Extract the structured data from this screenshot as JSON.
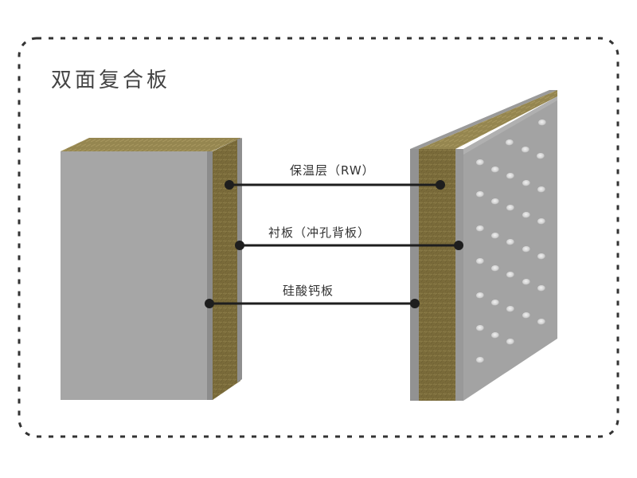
{
  "diagram": {
    "title": "双面复合板",
    "labels": [
      {
        "id": "insulation",
        "text": "保温层（RW）"
      },
      {
        "id": "backing",
        "text": "衬板（冲孔背板）"
      },
      {
        "id": "calcium-silicate",
        "text": "硅酸钙板"
      }
    ],
    "colors": {
      "border": "#333333",
      "board_face": "#a6a6a6",
      "board_side": "#8f8f8f",
      "rockwool": "#7d6e3c",
      "rockwool_top": "#9a8a52",
      "leader_line": "#1e1e1e",
      "hole": "#d8d8d8"
    },
    "components": [
      {
        "name": "left-panel",
        "description": "solid calcium silicate board with rockwool layer"
      },
      {
        "name": "right-panel",
        "description": "perforated backing board with rockwool layer"
      }
    ]
  }
}
